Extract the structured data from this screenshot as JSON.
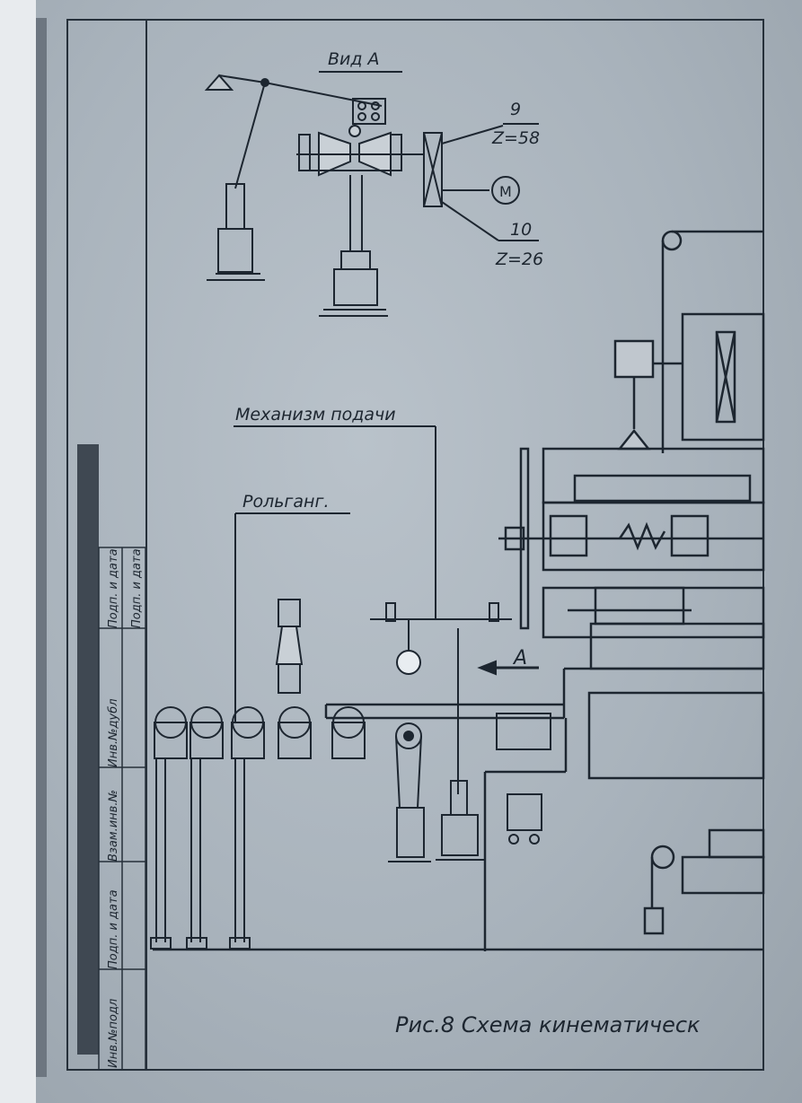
{
  "view_label": "Вид А",
  "gears": [
    {
      "number": "9",
      "teeth": "Z=58"
    },
    {
      "number": "10",
      "teeth": "Z=26"
    }
  ],
  "motor_symbol": "M",
  "feed_mechanism_label": "Механизм подачи",
  "roller_table_label": "Рольганг.",
  "arrow_label": "А",
  "caption": "Рис.8  Схема кинематическ",
  "margin_stamp": {
    "col1": "Подп. и дата",
    "col2": "Подп. и дата",
    "col3": "Взам.инв.№",
    "col4": "Инв.№дубл",
    "col5": "Подп. и дата",
    "col6": "Инв.№подл"
  }
}
